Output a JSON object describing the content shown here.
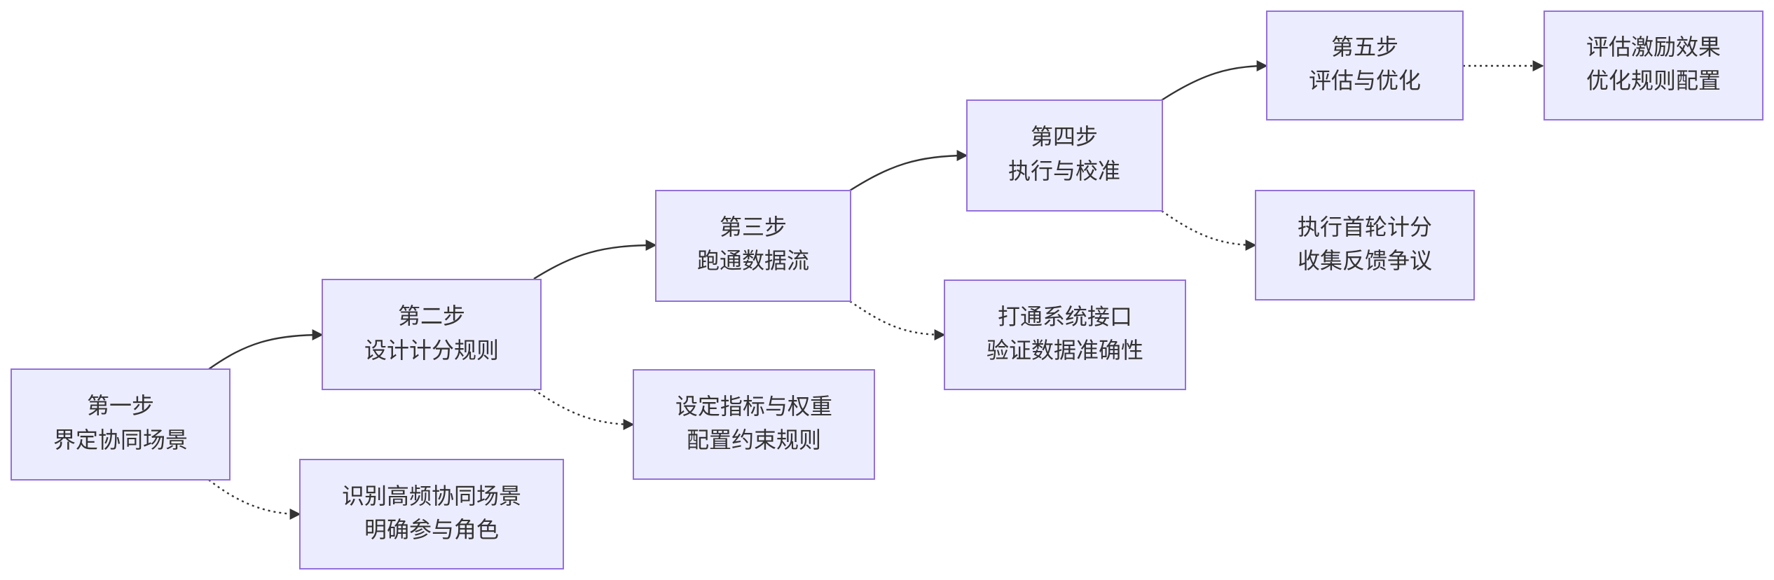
{
  "steps": [
    {
      "line1": "第一步",
      "line2": "界定协同场景"
    },
    {
      "line1": "第二步",
      "line2": "设计计分规则"
    },
    {
      "line1": "第三步",
      "line2": "跑通数据流"
    },
    {
      "line1": "第四步",
      "line2": "执行与校准"
    },
    {
      "line1": "第五步",
      "line2": "评估与优化"
    }
  ],
  "details": [
    {
      "line1": "识别高频协同场景",
      "line2": "明确参与角色"
    },
    {
      "line1": "设定指标与权重",
      "line2": "配置约束规则"
    },
    {
      "line1": "打通系统接口",
      "line2": "验证数据准确性"
    },
    {
      "line1": "执行首轮计分",
      "line2": "收集反馈争议"
    },
    {
      "line1": "评估激励效果",
      "line2": "优化规则配置"
    }
  ],
  "colors": {
    "node_fill": "#ECECFF",
    "node_stroke": "#9370DB",
    "text": "#333333",
    "edge": "#333333"
  }
}
